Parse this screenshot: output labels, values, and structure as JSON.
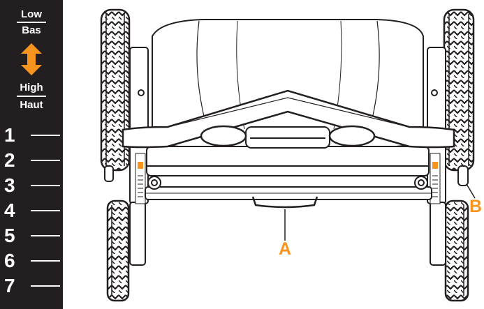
{
  "scale": {
    "low_en": "Low",
    "low_fr": "Bas",
    "high_en": "High",
    "high_fr": "Haut",
    "arrow_color": "#f7941d",
    "positions": [
      "1",
      "2",
      "3",
      "4",
      "5",
      "6",
      "7"
    ]
  },
  "callouts": {
    "a": "A",
    "b": "B",
    "color": "#f7941d"
  }
}
